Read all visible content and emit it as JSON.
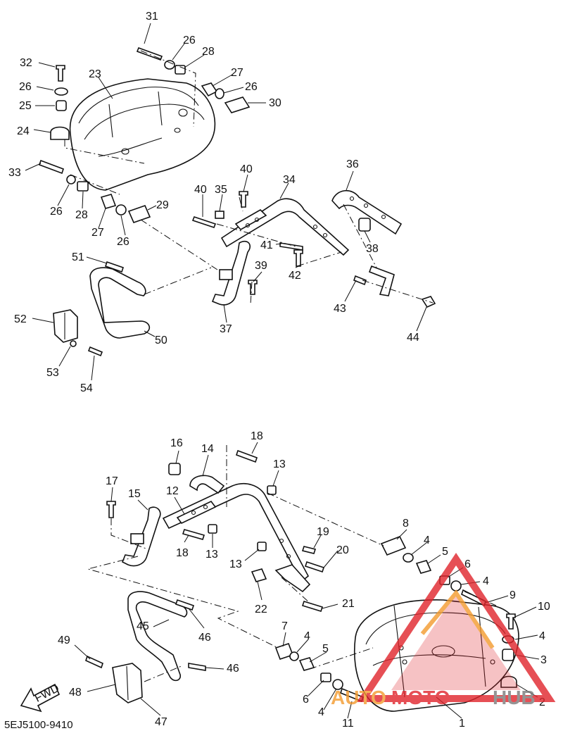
{
  "diagram_code": "5EJ5100-9410",
  "fwd_label": "FWD",
  "watermark": {
    "text_auto": "AUTO",
    "text_moto": "MOTO",
    "text_hub": "HUB",
    "color_red": "#e0242b",
    "color_orange": "#f39a2e",
    "color_gray": "#7a7a7a"
  },
  "callouts": [
    {
      "n": "31"
    },
    {
      "n": "26"
    },
    {
      "n": "28"
    },
    {
      "n": "32"
    },
    {
      "n": "23"
    },
    {
      "n": "26"
    },
    {
      "n": "25"
    },
    {
      "n": "27"
    },
    {
      "n": "26"
    },
    {
      "n": "30"
    },
    {
      "n": "24"
    },
    {
      "n": "33"
    },
    {
      "n": "26"
    },
    {
      "n": "28"
    },
    {
      "n": "27"
    },
    {
      "n": "26"
    },
    {
      "n": "29"
    },
    {
      "n": "40"
    },
    {
      "n": "34"
    },
    {
      "n": "36"
    },
    {
      "n": "40"
    },
    {
      "n": "35"
    },
    {
      "n": "41"
    },
    {
      "n": "38"
    },
    {
      "n": "42"
    },
    {
      "n": "51"
    },
    {
      "n": "39"
    },
    {
      "n": "43"
    },
    {
      "n": "44"
    },
    {
      "n": "52"
    },
    {
      "n": "37"
    },
    {
      "n": "50"
    },
    {
      "n": "53"
    },
    {
      "n": "54"
    },
    {
      "n": "18"
    },
    {
      "n": "16"
    },
    {
      "n": "14"
    },
    {
      "n": "13"
    },
    {
      "n": "17"
    },
    {
      "n": "15"
    },
    {
      "n": "12"
    },
    {
      "n": "18"
    },
    {
      "n": "13"
    },
    {
      "n": "8"
    },
    {
      "n": "19"
    },
    {
      "n": "4"
    },
    {
      "n": "20"
    },
    {
      "n": "13"
    },
    {
      "n": "5"
    },
    {
      "n": "6"
    },
    {
      "n": "4"
    },
    {
      "n": "9"
    },
    {
      "n": "22"
    },
    {
      "n": "21"
    },
    {
      "n": "10"
    },
    {
      "n": "45"
    },
    {
      "n": "46"
    },
    {
      "n": "7"
    },
    {
      "n": "4"
    },
    {
      "n": "5"
    },
    {
      "n": "4"
    },
    {
      "n": "3"
    },
    {
      "n": "49"
    },
    {
      "n": "46"
    },
    {
      "n": "48"
    },
    {
      "n": "6"
    },
    {
      "n": "4"
    },
    {
      "n": "2"
    },
    {
      "n": "11"
    },
    {
      "n": "1"
    },
    {
      "n": "47"
    }
  ]
}
